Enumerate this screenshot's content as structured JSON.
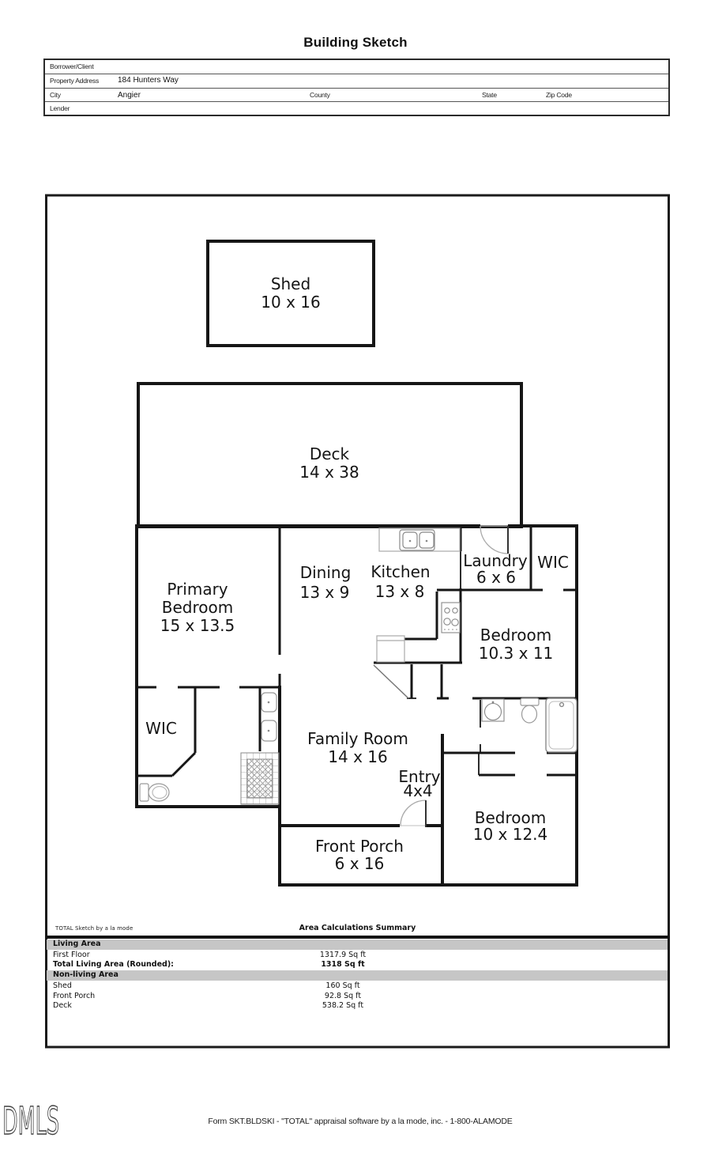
{
  "page": {
    "title": "Building Sketch"
  },
  "header_form": {
    "borrower_label": "Borrower/Client",
    "property_address_label": "Property Address",
    "property_address_value": "184 Hunters Way",
    "city_label": "City",
    "city_value": "Angier",
    "county_label": "County",
    "state_label": "State",
    "zip_label": "Zip Code",
    "lender_label": "Lender"
  },
  "floor_plan": {
    "rooms": [
      {
        "name": "Shed",
        "dims": "10 x 16"
      },
      {
        "name": "Deck",
        "dims": "14 x 38"
      },
      {
        "name": "Primary",
        "name2": "Bedroom",
        "dims": "15 x 13.5"
      },
      {
        "name": "Dining",
        "dims": "13 x 9"
      },
      {
        "name": "Kitchen",
        "dims": "13 x 8"
      },
      {
        "name": "Laundry",
        "dims": "6 x 6"
      },
      {
        "name": "WIC"
      },
      {
        "name": "Bedroom",
        "dims": "10.3 x 11"
      },
      {
        "name": "WIC"
      },
      {
        "name": "Family Room",
        "dims": "14 x 16"
      },
      {
        "name": "Entry",
        "dims": "4x4"
      },
      {
        "name": "Front Porch",
        "dims": "6 x 16"
      },
      {
        "name": "Bedroom",
        "dims": "10 x 12.4"
      }
    ],
    "fixtures": [
      "kitchen-double-sink",
      "range-stove",
      "refrigerator",
      "vanity-sink",
      "vanity-sink",
      "walk-in-shower",
      "toilet",
      "bathroom-sink",
      "toilet",
      "bathtub",
      "door-swing",
      "door-swing",
      "door-swing"
    ]
  },
  "area_summary": {
    "watermark": "TOTAL Sketch by a la mode",
    "title": "Area Calculations Summary",
    "living_header": "Living Area",
    "nonliving_header": "Non-living Area",
    "living_rows": [
      {
        "label": "First Floor",
        "value": "1317.9 Sq ft"
      },
      {
        "label": "Total Living Area (Rounded):",
        "value": "1318 Sq ft"
      }
    ],
    "nonliving_rows": [
      {
        "label": "Shed",
        "value": "160 Sq ft"
      },
      {
        "label": "Front Porch",
        "value": "92.8 Sq ft"
      },
      {
        "label": "Deck",
        "value": "538.2 Sq ft"
      }
    ]
  },
  "footer": {
    "logo": "DMLS",
    "form_line": "Form SKT.BLDSKI - \"TOTAL\" appraisal software by a la mode, inc. - 1-800-ALAMODE"
  }
}
